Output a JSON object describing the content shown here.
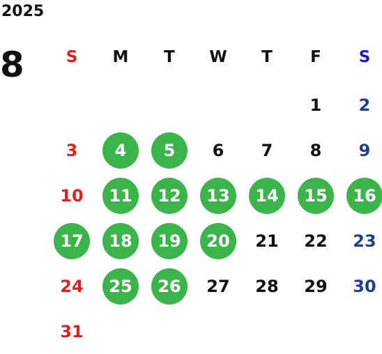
{
  "year": "2025",
  "month": "8",
  "colors": {
    "sunday": "#e02020",
    "saturday": "#1f3f8f",
    "saturday_header": "#1a1ad0",
    "weekday": "#111111",
    "highlight": "#3bb54a",
    "highlight_text": "#ffffff"
  },
  "weekdays": [
    "S",
    "M",
    "T",
    "W",
    "T",
    "F",
    "S"
  ],
  "first_weekday_index": 5,
  "days_in_month": 31,
  "highlighted_days": [
    4,
    5,
    11,
    12,
    13,
    14,
    15,
    16,
    17,
    18,
    19,
    20,
    25,
    26
  ]
}
